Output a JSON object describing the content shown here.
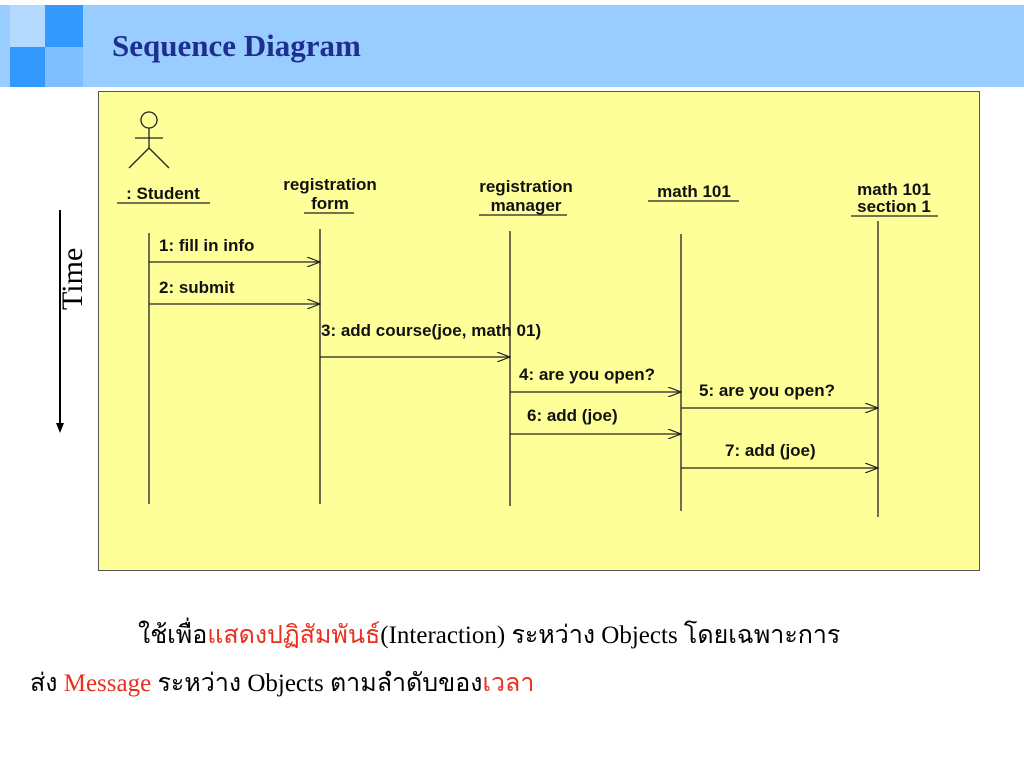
{
  "title": "Sequence Diagram",
  "diagram": {
    "actor": ": Student",
    "objects": [
      {
        "line1": "registration",
        "line2": "form"
      },
      {
        "line1": "registration",
        "line2": "manager"
      },
      {
        "line1": "math 101",
        "line2": ""
      },
      {
        "line1": "math 101",
        "line2": "section 1"
      }
    ],
    "messages": [
      {
        "label": "1: fill in info",
        "from": 0,
        "to": 1
      },
      {
        "label": "2: submit",
        "from": 0,
        "to": 1
      },
      {
        "label": "3: add course(joe, math 01)",
        "from": 1,
        "to": 2
      },
      {
        "label": "4: are you open?",
        "from": 2,
        "to": 3
      },
      {
        "label": "5: are you open?",
        "from": 3,
        "to": 4
      },
      {
        "label": "6: add (joe)",
        "from": 2,
        "to": 3
      },
      {
        "label": "7: add (joe)",
        "from": 3,
        "to": 4
      }
    ]
  },
  "time_label": "Time",
  "footer": {
    "line1": {
      "part1": "ใช้เพื่อ",
      "part2_highlight": "แสดงปฏิสัมพันธ์",
      "part3": "(Interaction) ระหว่าง Objects  โดยเฉพาะการ"
    },
    "line2": {
      "part1": "ส่ง ",
      "part2_highlight": "Message",
      "part3": " ระหว่าง Objects ตามลำดับของ",
      "part4_highlight": "เวลา"
    }
  },
  "colors": {
    "header_band": "#99ccff",
    "title_text": "#1f2f8f",
    "diagram_background": "#ffff99",
    "highlight_text": "#e8301f"
  }
}
